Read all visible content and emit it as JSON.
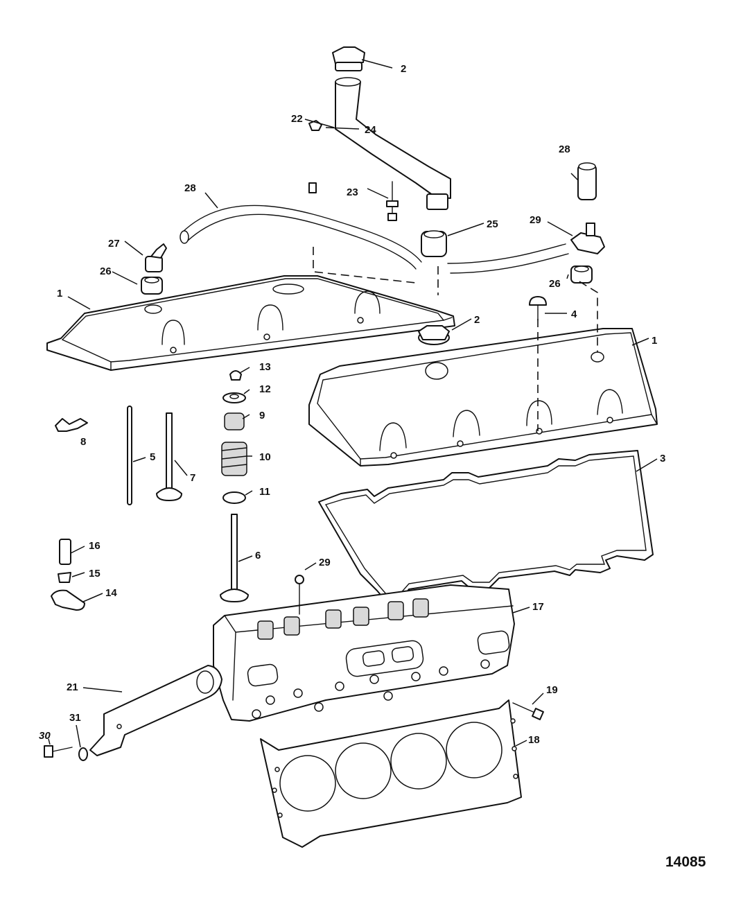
{
  "callouts": {
    "c1a": "1",
    "c1b": "1",
    "c2a": "2",
    "c2b": "2",
    "c3": "3",
    "c4": "4",
    "c5": "5",
    "c6": "6",
    "c7": "7",
    "c8": "8",
    "c9": "9",
    "c10": "10",
    "c11": "11",
    "c12": "12",
    "c13": "13",
    "c14": "14",
    "c15": "15",
    "c16": "16",
    "c17": "17",
    "c18": "18",
    "c19": "19",
    "c21": "21",
    "c22": "22",
    "c23": "23",
    "c24": "24",
    "c25": "25",
    "c26a": "26",
    "c26b": "26",
    "c27": "27",
    "c28a": "28",
    "c28b": "28",
    "c29a": "29",
    "c29b": "29",
    "c30": "30",
    "c31": "31"
  },
  "figure_number": "14085",
  "colors": {
    "line": "#111111",
    "background": "#ffffff",
    "shade": "#d9d9d9"
  }
}
